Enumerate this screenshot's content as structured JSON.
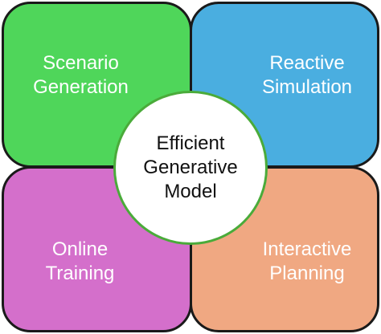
{
  "quadrants": {
    "top_left": {
      "lines": [
        "Scenario",
        "Generation"
      ],
      "color": "#4fd65a"
    },
    "top_right": {
      "lines": [
        "Reactive",
        "Simulation"
      ],
      "color": "#4aaee0"
    },
    "bottom_left": {
      "lines": [
        "Online",
        "Training"
      ],
      "color": "#d46fcb"
    },
    "bottom_right": {
      "lines": [
        "Interactive",
        "Planning"
      ],
      "color": "#f0a882"
    }
  },
  "center": {
    "lines": [
      "Efficient",
      "Generative",
      "Model"
    ],
    "border_color": "#4aab3a"
  }
}
